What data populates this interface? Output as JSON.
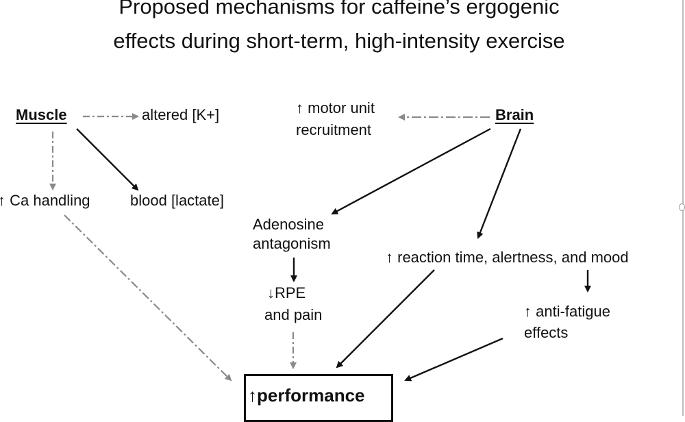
{
  "title": {
    "line1": "Proposed mechanisms for caffeine’s ergogenic",
    "line2": "effects during short-term, high-intensity exercise"
  },
  "nodes": {
    "muscle": "Muscle",
    "altered_k": "altered [K+]",
    "ca_handling": "↑ Ca handling",
    "blood_lactate": "blood [lactate]",
    "motor_unit_line1": "↑ motor unit",
    "motor_unit_line2": "recruitment",
    "brain": "Brain",
    "adenosine_line1": "Adenosine",
    "adenosine_line2": "antagonism",
    "rpe_line1": "↓RPE",
    "rpe_line2": "and pain",
    "reaction": "↑ reaction time, alertness, and mood",
    "antifatigue_line1": "↑ anti-fatigue",
    "antifatigue_line2": "effects",
    "performance_arrow": "↑",
    "performance": "performance"
  },
  "edges": [
    {
      "from": "muscle",
      "to": "altered_k",
      "style": "dash-dot",
      "color": "#8a8a8a"
    },
    {
      "from": "muscle",
      "to": "ca_handling",
      "style": "dash-dot",
      "color": "#8a8a8a"
    },
    {
      "from": "muscle",
      "to": "blood_lactate",
      "style": "solid",
      "color": "#111111"
    },
    {
      "from": "brain",
      "to": "motor_unit",
      "style": "dash-dot",
      "color": "#8a8a8a"
    },
    {
      "from": "brain",
      "to": "adenosine",
      "style": "solid",
      "color": "#111111"
    },
    {
      "from": "brain",
      "to": "reaction",
      "style": "solid",
      "color": "#111111"
    },
    {
      "from": "adenosine",
      "to": "rpe",
      "style": "solid",
      "color": "#111111"
    },
    {
      "from": "rpe",
      "to": "performance",
      "style": "dash-dot",
      "color": "#8a8a8a"
    },
    {
      "from": "ca_handling",
      "to": "performance",
      "style": "dash-dot",
      "color": "#8a8a8a"
    },
    {
      "from": "reaction",
      "to": "performance",
      "style": "solid",
      "color": "#111111"
    },
    {
      "from": "reaction",
      "to": "antifatigue",
      "style": "solid",
      "color": "#111111"
    },
    {
      "from": "antifatigue",
      "to": "performance",
      "style": "solid",
      "color": "#111111"
    }
  ]
}
